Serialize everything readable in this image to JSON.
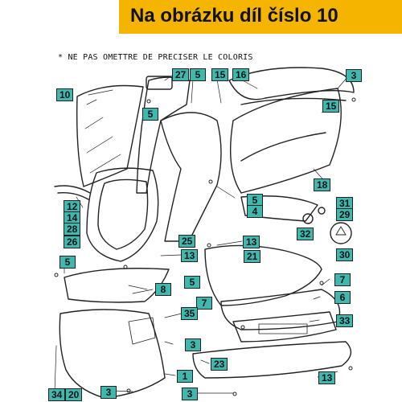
{
  "banner": {
    "text": "Na obrázku díl číslo 10",
    "color": "#f4b400"
  },
  "note": "* NE PAS OMETTRE DE PRECISER LE COLORIS",
  "label_color": "#3fb8b0",
  "callouts": {
    "c10": "10",
    "c27": "27",
    "c5a": "5",
    "c15a": "15",
    "c16": "16",
    "c3a": "3",
    "c5b": "5",
    "c15b": "15",
    "c18": "18",
    "c5c": "5",
    "c4": "4",
    "c12": "12",
    "c14": "14",
    "c28": "28",
    "c31": "31",
    "c29": "29",
    "c32": "32",
    "c30": "30",
    "c26": "26",
    "c25": "25",
    "c13a": "13",
    "c21": "21",
    "c5d": "5",
    "c13b": "13",
    "c7a": "7",
    "c5e": "5",
    "c8": "8",
    "c6": "6",
    "c7b": "7",
    "c35": "35",
    "c33": "33",
    "c3b": "3",
    "c23": "23",
    "c1": "1",
    "c13c": "13",
    "c34": "34",
    "c20": "20",
    "c3c": "3",
    "c3d": "3"
  }
}
